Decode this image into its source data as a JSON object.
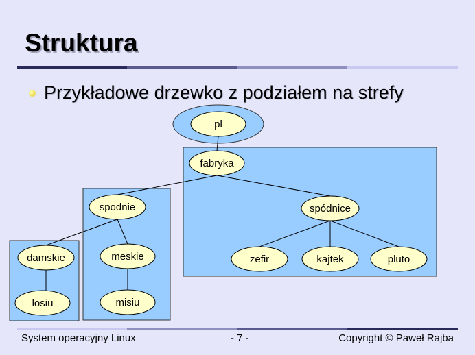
{
  "slide": {
    "title": "Struktura",
    "bullet": "Przykładowe drzewko z podziałem na strefy"
  },
  "tree": {
    "nodes": {
      "pl": "pl",
      "fabryka": "fabryka",
      "spodnie": "spodnie",
      "spodnice": "spódnice",
      "damskie": "damskie",
      "meskie": "meskie",
      "losiu": "losiu",
      "misiu": "misiu",
      "zefir": "zefir",
      "kajtek": "kajtek",
      "pluto": "pluto"
    }
  },
  "footer": {
    "left": "System operacyjny Linux",
    "center": "- 7 -",
    "right": "Copyright © Paweł Rajba"
  },
  "colors": {
    "background": "#e6e6fa",
    "zone": "#99ccff",
    "node": "#ffffcc"
  }
}
